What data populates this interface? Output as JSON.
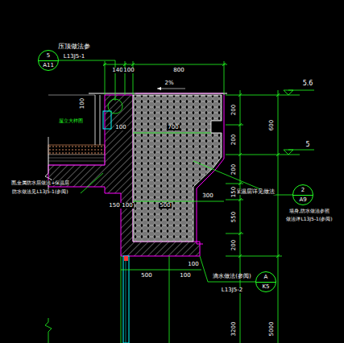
{
  "diagram": {
    "nodes": [
      {
        "text": [
          "5",
          "A11"
        ]
      },
      {
        "text": [
          "2",
          "A9"
        ]
      },
      {
        "text": [
          "A",
          "K5"
        ]
      }
    ],
    "labels": [
      "压顶做法参",
      "L13J5-1",
      "140",
      "100",
      "800",
      "2%",
      "5.6",
      "5",
      "100",
      "100",
      "700",
      "屋立大样图",
      "面,金属防水层做法+保温层",
      "防水做法见L13J5-1(参阅)",
      "150",
      "100",
      "500",
      "300",
      "保温层详见做法",
      "200",
      "200",
      "200",
      "150",
      "550",
      "200",
      "3200",
      "600",
      "5000",
      "墙身,防水做法参照",
      "做法详L13J5-1(参阅)",
      "100",
      "500",
      "100",
      "滴水做法(参阅)",
      "L13J5-2"
    ]
  }
}
